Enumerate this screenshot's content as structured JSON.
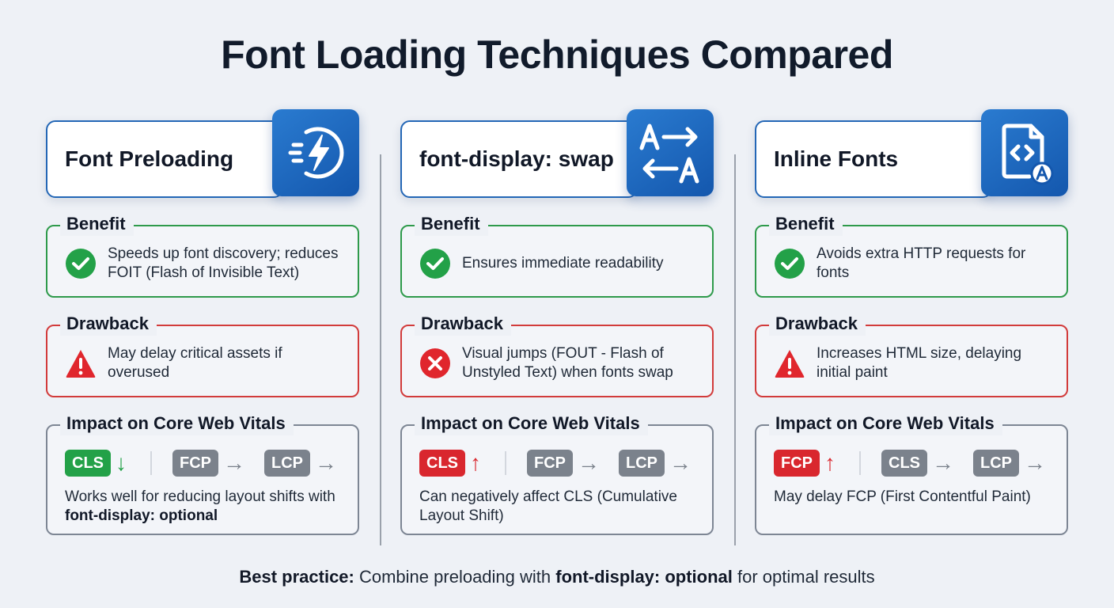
{
  "title": "Font Loading Techniques Compared",
  "section_labels": {
    "benefit": "Benefit",
    "drawback": "Drawback",
    "impact": "Impact on Core Web Vitals"
  },
  "columns": [
    {
      "name": "Font Preloading",
      "icon": "lightning-speed-icon",
      "benefit": {
        "icon": "check-circle-icon",
        "text": "Speeds up font discovery; reduces FOIT (Flash of Invisible Text)"
      },
      "drawback": {
        "icon": "warning-triangle-icon",
        "text": "May delay critical assets if overused"
      },
      "impact": {
        "primary": {
          "metric": "CLS",
          "direction": "down",
          "arrow": "↓",
          "color": "green"
        },
        "secondary": [
          {
            "metric": "FCP",
            "arrow": "→"
          },
          {
            "metric": "LCP",
            "arrow": "→"
          }
        ],
        "text": "Works well for reducing layout shifts with ",
        "text_bold": "font-display: optional"
      }
    },
    {
      "name": "font-display: swap",
      "icon": "font-swap-icon",
      "benefit": {
        "icon": "check-circle-icon",
        "text": "Ensures immediate readability"
      },
      "drawback": {
        "icon": "x-circle-icon",
        "text": "Visual jumps (FOUT - Flash of Unstyled Text) when fonts swap"
      },
      "impact": {
        "primary": {
          "metric": "CLS",
          "direction": "up",
          "arrow": "↑",
          "color": "red"
        },
        "secondary": [
          {
            "metric": "FCP",
            "arrow": "→"
          },
          {
            "metric": "LCP",
            "arrow": "→"
          }
        ],
        "text": "Can negatively affect CLS (Cumulative Layout Shift)",
        "text_bold": ""
      }
    },
    {
      "name": "Inline Fonts",
      "icon": "code-file-font-icon",
      "benefit": {
        "icon": "check-circle-icon",
        "text": "Avoids extra HTTP requests for fonts"
      },
      "drawback": {
        "icon": "warning-triangle-icon",
        "text": "Increases HTML size, delaying initial paint"
      },
      "impact": {
        "primary": {
          "metric": "FCP",
          "direction": "up",
          "arrow": "↑",
          "color": "red"
        },
        "secondary": [
          {
            "metric": "CLS",
            "arrow": "→"
          },
          {
            "metric": "LCP",
            "arrow": "→"
          }
        ],
        "text": "May delay FCP (First Contentful Paint)",
        "text_bold": ""
      }
    }
  ],
  "footer": {
    "label": "Best practice:",
    "text_1": " Combine preloading with ",
    "bold": "font-display: optional",
    "text_2": " for optimal results"
  },
  "colors": {
    "accent_blue": "#1f6bc0",
    "benefit_green": "#2e9a4b",
    "drawback_red": "#d23b3b",
    "neutral_gray": "#7b828c",
    "background": "#eef1f6"
  }
}
